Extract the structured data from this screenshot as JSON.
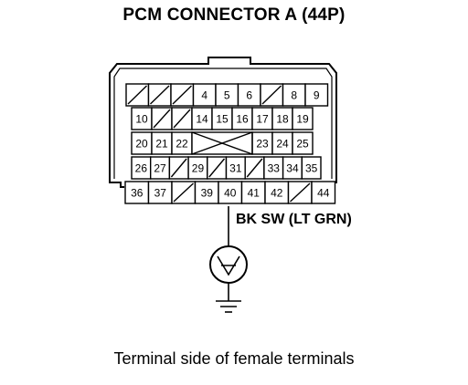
{
  "title": "PCM CONNECTOR A (44P)",
  "caption": "Terminal side of female terminals",
  "wire": {
    "label": "BK SW (LT GRN)",
    "terminal": "40"
  },
  "connector": {
    "rows": [
      [
        "",
        "",
        "",
        "4",
        "5",
        "6",
        "",
        "8",
        "9"
      ],
      [
        "10",
        "",
        "",
        "14",
        "15",
        "16",
        "17",
        "18",
        "19"
      ],
      [
        "20",
        "21",
        "22",
        "",
        "",
        "",
        "23",
        "24",
        "25"
      ],
      [
        "26",
        "27",
        "",
        "29",
        "",
        "31",
        "",
        "33",
        "34",
        "35"
      ],
      [
        "36",
        "37",
        "",
        "39",
        "40",
        "41",
        "42",
        "",
        "44"
      ]
    ]
  },
  "symbol": {
    "icon": "voltmeter-icon",
    "ground": "ground-icon"
  }
}
